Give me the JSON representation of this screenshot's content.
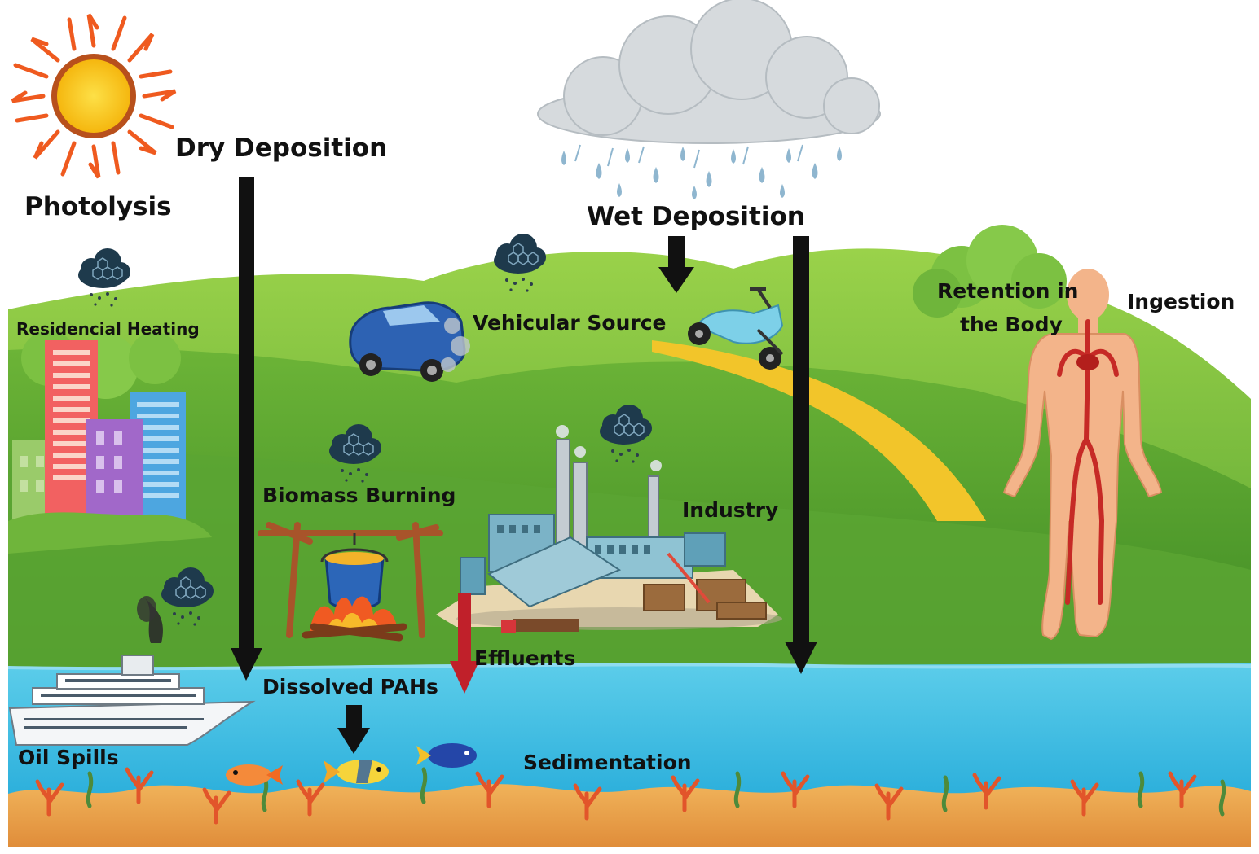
{
  "labels": {
    "photolysis": "Photolysis",
    "dry_deposition": "Dry Deposition",
    "wet_deposition": "Wet Deposition",
    "residential_heating": "Residencial Heating",
    "vehicular_source": "Vehicular Source",
    "retention_line1": "Retention in",
    "retention_line2": "the Body",
    "ingestion": "Ingestion",
    "biomass_burning": "Biomass Burning",
    "industry": "Industry",
    "effluents": "Effluents",
    "dissolved_pahs": "Dissolved PAHs",
    "oil_spills": "Oil Spills",
    "sedimentation": "Sedimentation"
  },
  "colors": {
    "sky": "#ffffff",
    "grass_dark": "#4f9a2c",
    "grass_light": "#8cca3f",
    "water": "#45c3e6",
    "water_deep": "#2fb0dc",
    "sediment": "#e8a54c",
    "sun": "#f7c31b",
    "sun_rays": "#ef5a1f",
    "arrow": "#111111",
    "effluent_arrow": "#c0202a",
    "body": "#f3b48a",
    "blood": "#c62a26",
    "road": "#f2c52a",
    "cloud": "#d9dde0",
    "rain": "#8fb6cf"
  },
  "icons": [
    "sun-icon",
    "rain-cloud-icon",
    "smog-cloud-icon",
    "car-icon",
    "scooter-icon",
    "buildings-icon",
    "campfire-pot-icon",
    "factory-icon",
    "ship-icon",
    "fish-icon",
    "human-body-icon",
    "coral-icon"
  ]
}
